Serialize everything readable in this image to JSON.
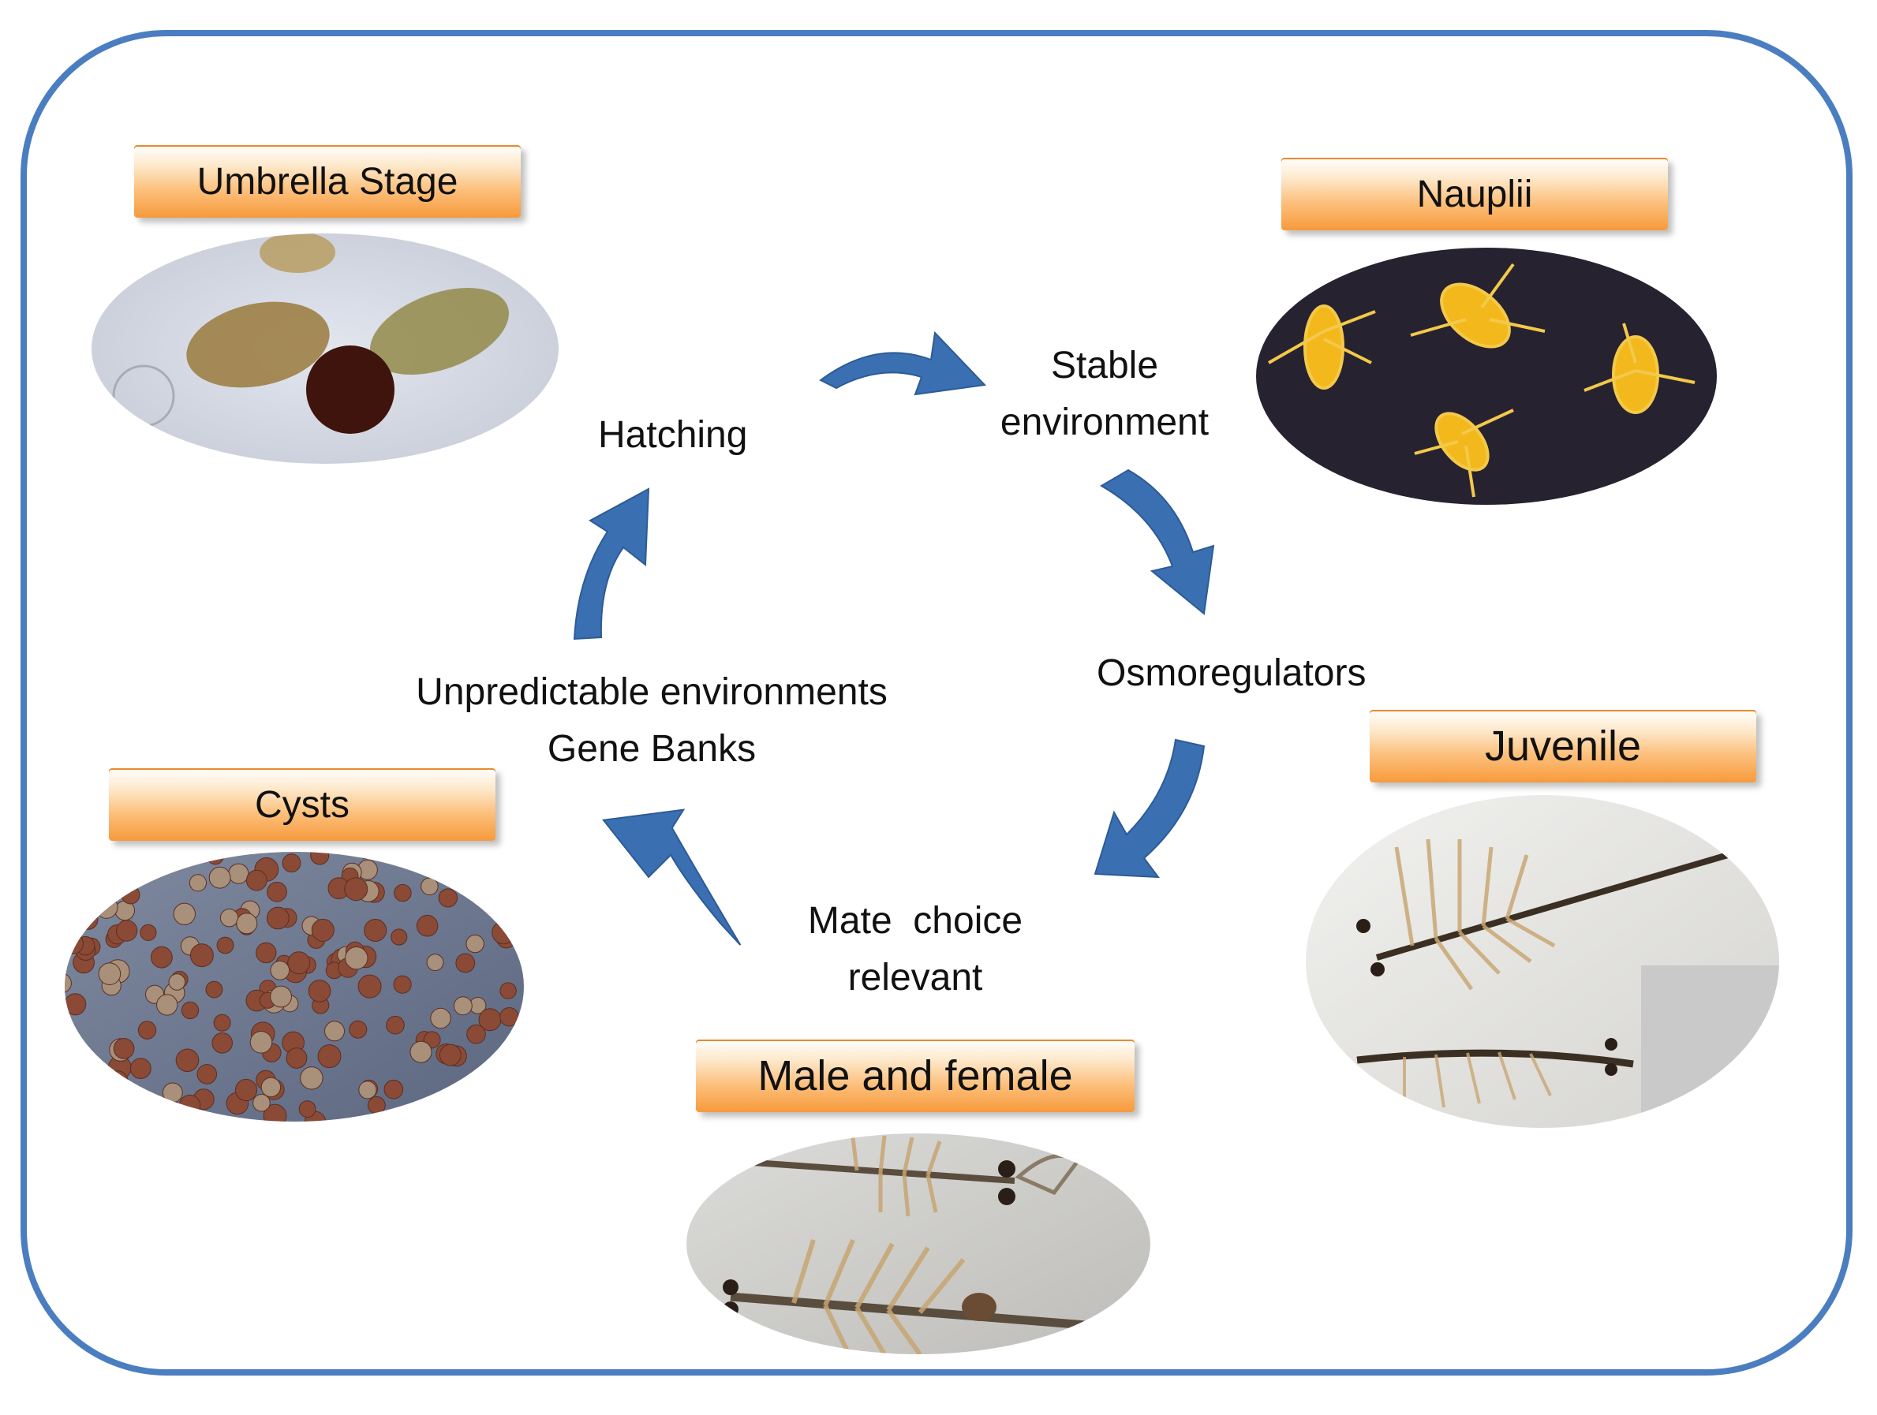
{
  "stages": {
    "umbrella": "Umbrella Stage",
    "nauplii": "Nauplii",
    "juvenile": "Juvenile",
    "male_female": "Male and female",
    "cysts": "Cysts"
  },
  "transitions": {
    "hatching": "Hatching",
    "stable_1": "Stable",
    "stable_2": "environment",
    "osmo": "Osmoregulators",
    "mate_1": "Mate  choice",
    "mate_2": "relevant",
    "unpredictable": "Unpredictable environments",
    "gene_banks": "Gene Banks"
  },
  "colors": {
    "frame": "#4a7ec0",
    "arrow": "#3a6fb2",
    "label_top": "#fde9cc",
    "label_bottom": "#f79a3c"
  }
}
